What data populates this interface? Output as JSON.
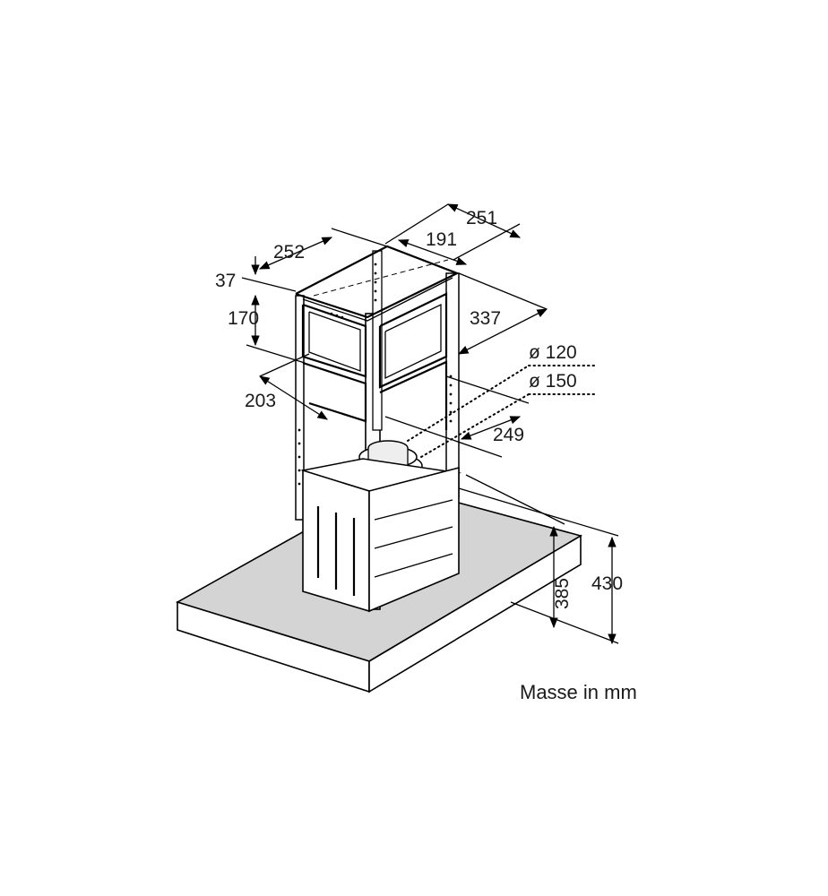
{
  "dimensions": {
    "d251": "251",
    "d191": "191",
    "d252": "252",
    "d37": "37",
    "d170": "170",
    "d337": "337",
    "d120": "ø 120",
    "d150": "ø 150",
    "d203": "203",
    "d249": "249",
    "d430": "430",
    "d385": "385"
  },
  "caption": "Masse in mm"
}
